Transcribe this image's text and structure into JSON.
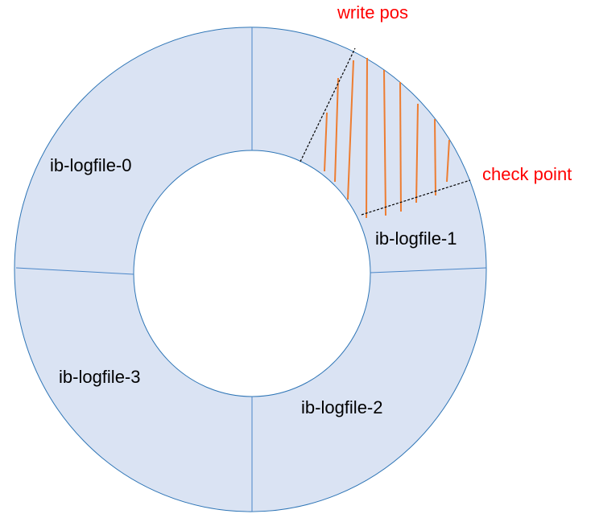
{
  "colors": {
    "ring_fill": "#dae3f3",
    "ring_stroke": "#2e75b6",
    "divider": "#4a86c8",
    "hatch": "#ed7d31",
    "marker_text": "#ff0000",
    "marker_line": "#000000"
  },
  "segments": [
    {
      "label": "ib-logfile-0"
    },
    {
      "label": "ib-logfile-1"
    },
    {
      "label": "ib-logfile-2"
    },
    {
      "label": "ib-logfile-3"
    }
  ],
  "markers": {
    "write_pos": {
      "label": "write pos"
    },
    "check_point": {
      "label": "check point"
    }
  }
}
